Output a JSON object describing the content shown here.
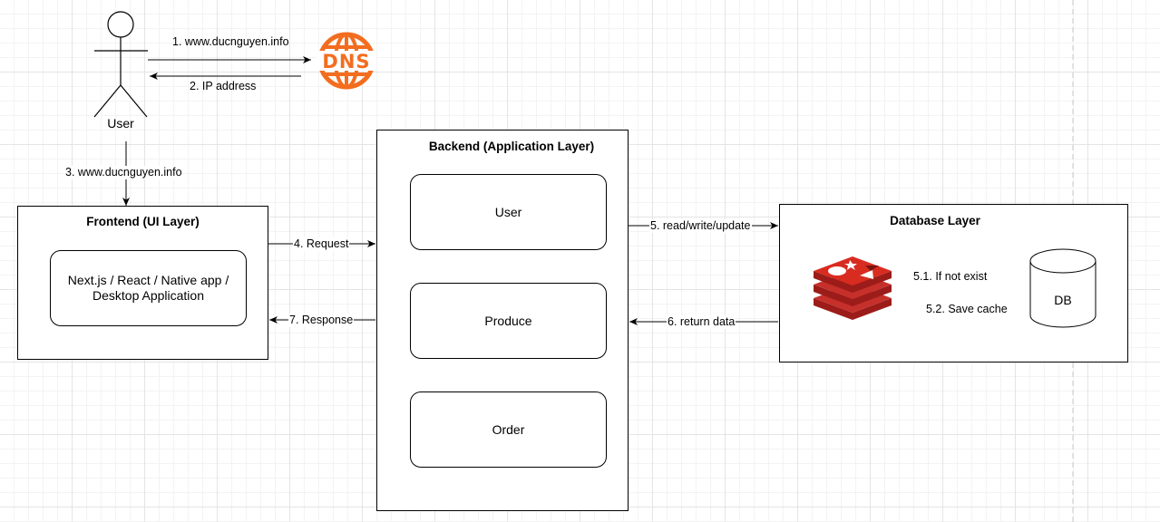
{
  "user": {
    "label": "User"
  },
  "frontend": {
    "title": "Frontend (UI Layer)",
    "app_label": "Next.js / React / Native app / Desktop Application"
  },
  "backend": {
    "title": "Backend (Application Layer)",
    "modules": [
      "User",
      "Produce",
      "Order"
    ]
  },
  "database": {
    "title": "Database Layer",
    "db_label": "DB"
  },
  "edges": {
    "e1": "1. www.ducnguyen.info",
    "e2": "2. IP address",
    "e3": "3. www.ducnguyen.info",
    "e4": "4. Request",
    "e5": "5. read/write/update",
    "e51": "5.1. If not exist",
    "e52": "5.2. Save cache",
    "e6": "6. return data",
    "e7": "7. Response"
  },
  "icons": {
    "user": "stick-figure-actor-icon",
    "dns": "dns-globe-icon",
    "cache": "redis-cache-icon",
    "db": "database-cylinder-icon"
  },
  "colors": {
    "dns": "#f36d1f",
    "redis": "#c6302b",
    "line": "#000000"
  }
}
